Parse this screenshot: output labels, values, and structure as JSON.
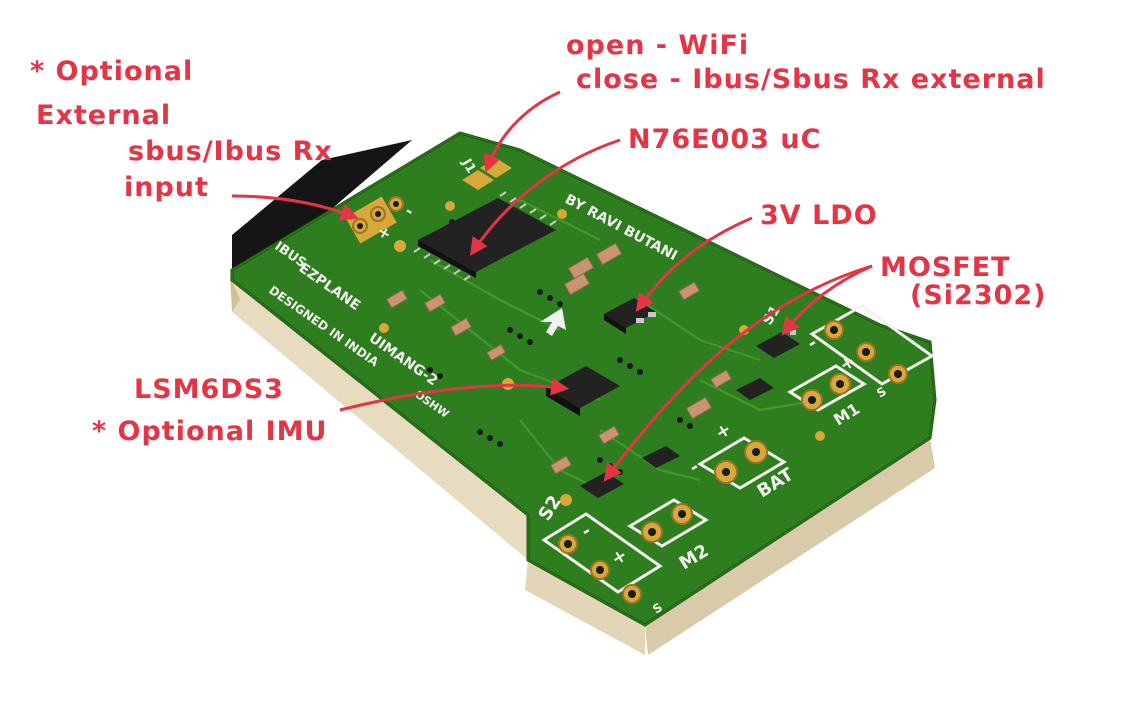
{
  "annotations": {
    "optional_mark": "* Optional",
    "ext_rx_1": "External",
    "ext_rx_2": "sbus/Ibus Rx",
    "ext_rx_3": "input",
    "jumper_1": "open - WiFi",
    "jumper_2": "close - Ibus/Sbus Rx external",
    "mcu": "N76E003 uC",
    "ldo": "3V LDO",
    "mosfet_1": "MOSFET",
    "mosfet_2": "(Si2302)",
    "imu_1": "LSM6DS3",
    "imu_2": "* Optional IMU"
  },
  "silkscreen": {
    "j1": "J1",
    "ibus": "IBUS",
    "minus": "-",
    "plus": "+",
    "s": "S",
    "by": "BY RAVI BUTANI",
    "ezplane": "EZPLANE",
    "designed": "DESIGNED IN INDIA",
    "uimang": "UIMANG-2",
    "oshw": "OSHW",
    "m1": "M1",
    "m2": "M2",
    "bat": "BAT",
    "s1": "S1",
    "s2": "S2"
  },
  "colors": {
    "annotation": "#e53446",
    "pcb": "#2e7d1e",
    "pcb_edge": "#1f5a12",
    "board_side": "#e8dcc0",
    "pad_gold": "#d8a93a",
    "chip": "#222222",
    "silk": "#f2f2ee"
  }
}
